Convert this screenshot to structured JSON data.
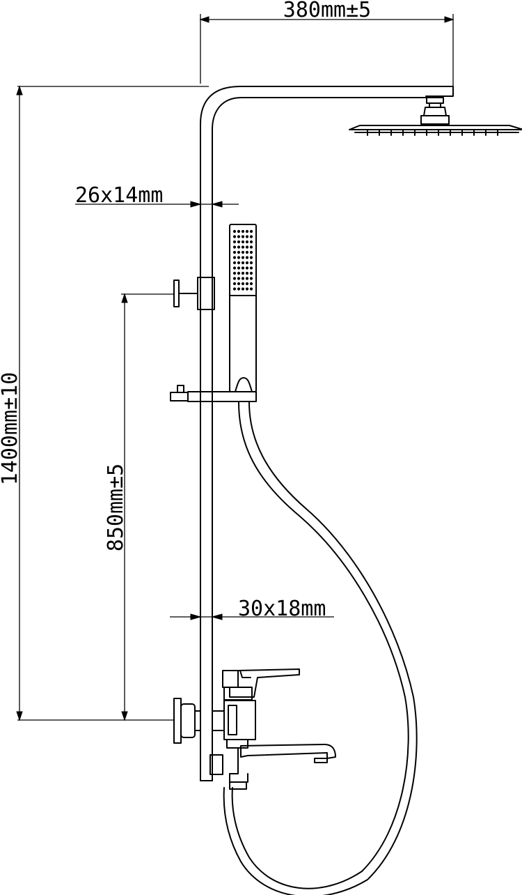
{
  "dimensions": {
    "head_arm_reach": "380mm±5",
    "total_height": "1400mm±10",
    "holder_height": "850mm±5",
    "upper_tube_section": "26x14mm",
    "lower_tube_section": "30x18mm"
  },
  "colors": {
    "ink": "#000000",
    "paper": "#ffffff"
  }
}
